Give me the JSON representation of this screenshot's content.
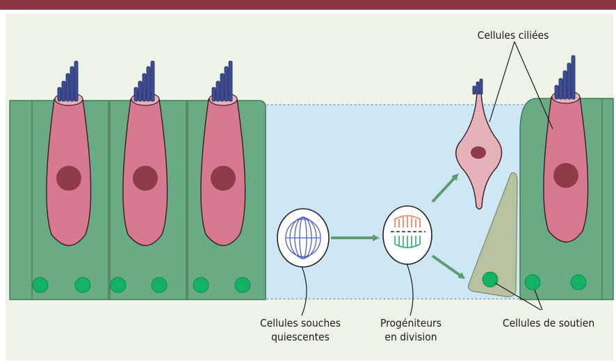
{
  "labels": {
    "ciliated_cells": "Cellules ciliées",
    "stem_cells_line1": "Cellules souches",
    "stem_cells_line2": "quiescentes",
    "progenitors_line1": "Progéniteurs",
    "progenitors_line2": "en division",
    "support_cells": "Cellules de soutien"
  },
  "colors": {
    "header_bar": "#8a3646",
    "background": "#edf3e7",
    "epithelium": "#69ab85",
    "epithelium_border": "#3f7a55",
    "lumen": "#cde7f4",
    "hair_cell": "#d7798f",
    "hair_cell_light": "#e6b2ba",
    "nucleus": "#8e3c4c",
    "support_nucleus": "#12b163",
    "stereocilia": "#3e4f9a",
    "arrow": "#5f9a72",
    "progenitor_top": "#f07a4a",
    "progenitor_bottom": "#2ea86b",
    "support_cell_new": "#b7c3a0"
  }
}
